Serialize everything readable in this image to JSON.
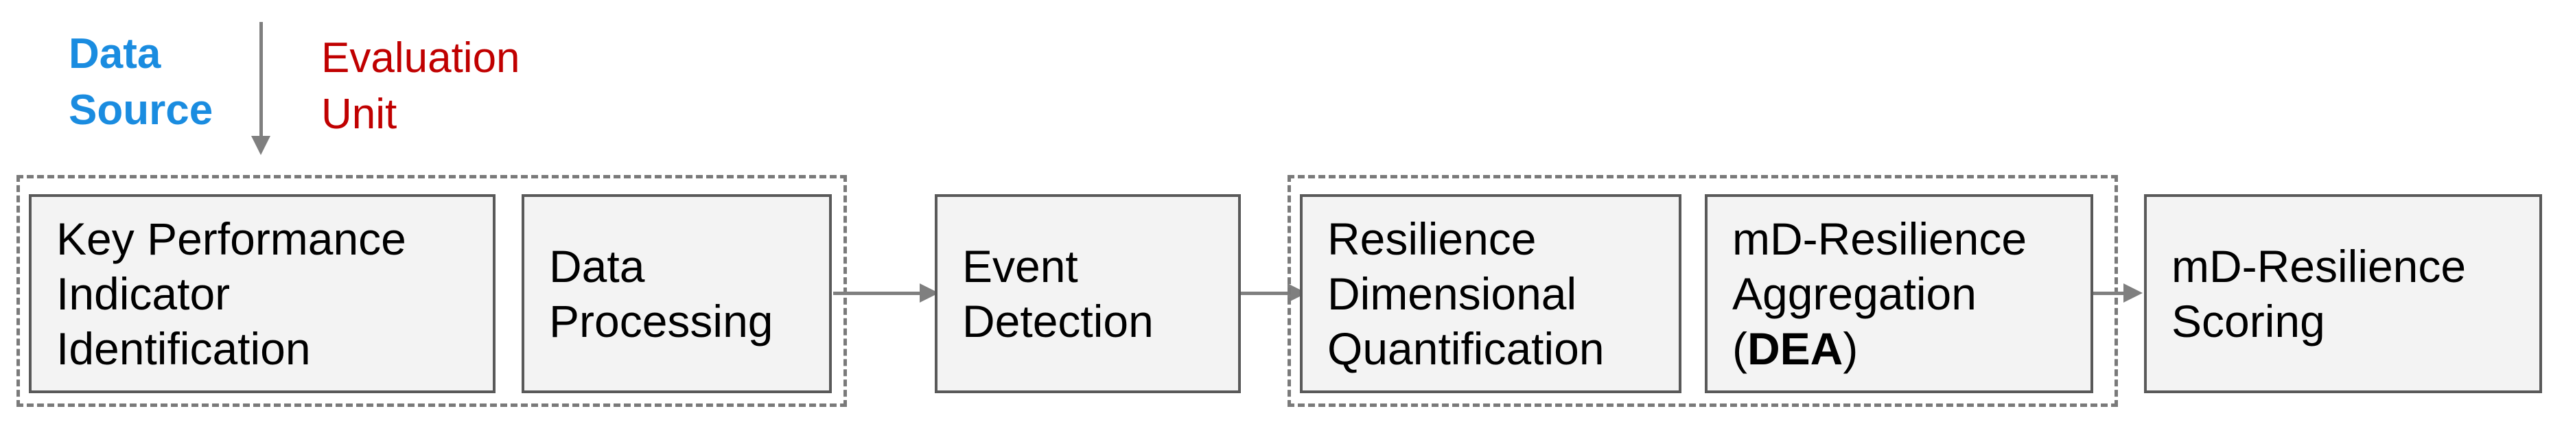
{
  "legend": {
    "data_source": "Data\nSource",
    "evaluation_unit": "Evaluation\nUnit"
  },
  "boxes": {
    "kpi": "Key Performance\nIndicator\nIdentification",
    "data_processing": "Data\nProcessing",
    "event_detection": "Event\nDetection",
    "resilience_dim": "Resilience\nDimensional\nQuantification",
    "aggregation_line1": "mD-Resilience",
    "aggregation_line2": "Aggregation",
    "aggregation_open": "(",
    "aggregation_bold": "DEA",
    "aggregation_close": ")",
    "scoring": "mD-Resilience\nScoring"
  },
  "colors": {
    "data_source": "#1a8ce0",
    "evaluation_unit": "#c00000",
    "box_fill": "#f3f3f3",
    "box_border": "#595959",
    "connector": "#7f7f7f"
  }
}
